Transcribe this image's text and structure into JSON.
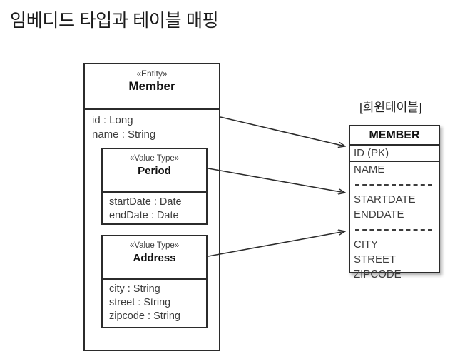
{
  "slide": {
    "title": "임베디드 타입과 테이블 매핑"
  },
  "entity": {
    "stereotype": "«Entity»",
    "name": "Member",
    "attributes": [
      "id : Long",
      "name : String"
    ]
  },
  "value_types": [
    {
      "stereotype": "«Value Type»",
      "name": "Period",
      "attributes": [
        "startDate : Date",
        "endDate : Date"
      ]
    },
    {
      "stereotype": "«Value Type»",
      "name": "Address",
      "attributes": [
        "city : String",
        "street : String",
        "zipcode : String"
      ]
    }
  ],
  "db_table": {
    "caption": "[회원테이블]",
    "name": "MEMBER",
    "columns": [
      "ID (PK)",
      "NAME",
      "STARTDATE",
      "ENDDATE",
      "CITY",
      "STREET",
      "ZIPCODE"
    ]
  },
  "colors": {
    "stroke": "#2b2b2b",
    "text": "#3c3c3c",
    "title": "#1a1a1a",
    "rule": "#9a9a9a"
  }
}
